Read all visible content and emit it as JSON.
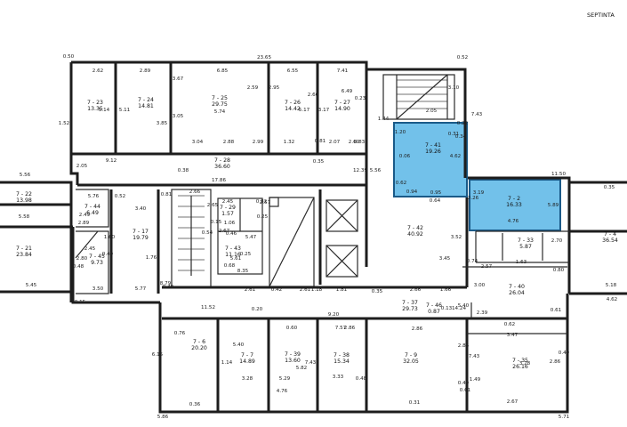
{
  "header": {
    "floor_title": "SEPTINTA"
  },
  "colors": {
    "highlight_fill": "#72c1ea",
    "highlight_stroke": "#1a5a88",
    "wall": "#1d1d1d"
  },
  "rooms": [
    {
      "id": "r7-23",
      "number": "7 - 23",
      "area": "13.35"
    },
    {
      "id": "r7-24",
      "number": "7 - 24",
      "area": "14.81"
    },
    {
      "id": "r7-25",
      "number": "7 - 25",
      "area": "29.75"
    },
    {
      "id": "r7-26",
      "number": "7 - 26",
      "area": "14.42"
    },
    {
      "id": "r7-27",
      "number": "7 - 27",
      "area": "14.90"
    },
    {
      "id": "r7-28",
      "number": "7 - 28",
      "area": "36.60"
    },
    {
      "id": "r7-41",
      "number": "7 - 41",
      "area": "19.26",
      "highlighted": true
    },
    {
      "id": "r7-2",
      "number": "7 - 2",
      "area": "16.33",
      "highlighted": true
    },
    {
      "id": "r7-22",
      "number": "7 - 22",
      "area": "13.98"
    },
    {
      "id": "r7-21",
      "number": "7 - 21",
      "area": "23.84"
    },
    {
      "id": "r7-44",
      "number": "7 - 44",
      "area": "6.49"
    },
    {
      "id": "r7-45",
      "number": "7 - 45",
      "area": "9.73"
    },
    {
      "id": "r7-17",
      "number": "7 - 17",
      "area": "19.79"
    },
    {
      "id": "r7-29",
      "number": "7 - 29",
      "area": "1.57"
    },
    {
      "id": "r7-43",
      "number": "7 - 43",
      "area": "11.16"
    },
    {
      "id": "r7-42",
      "number": "7 - 42",
      "area": "40.92"
    },
    {
      "id": "r7-33",
      "number": "7 - 33",
      "area": "5.87"
    },
    {
      "id": "r7-4",
      "number": "7 - 4",
      "area": "36.54"
    },
    {
      "id": "r7-40",
      "number": "7 - 40",
      "area": "26.04"
    },
    {
      "id": "r7-37",
      "number": "7 - 37",
      "area": "29.73"
    },
    {
      "id": "r7-46",
      "number": "7 - 46",
      "area": "0.87"
    },
    {
      "id": "r7-6",
      "number": "7 - 6",
      "area": "20.20"
    },
    {
      "id": "r7-7",
      "number": "7 - 7",
      "area": "14.89"
    },
    {
      "id": "r7-39",
      "number": "7 - 39",
      "area": "13.60"
    },
    {
      "id": "r7-38",
      "number": "7 - 38",
      "area": "15.34"
    },
    {
      "id": "r7-9",
      "number": "7 - 9",
      "area": "32.05"
    },
    {
      "id": "r7-35",
      "number": "7 - 35",
      "area": "26.16"
    }
  ],
  "dimensions": [
    "0.50",
    "23.65",
    "0.52",
    "2.62",
    "2.89",
    "6.85",
    "6.55",
    "7.41",
    "1.52",
    "3.67",
    "3.05",
    "5.14",
    "5.11",
    "3.85",
    "5.74",
    "3.04",
    "2.88",
    "2.99",
    "2.59",
    "2.95",
    "1.32",
    "5.17",
    "2.60",
    "3.17",
    "6.49",
    "0.23",
    "0.81",
    "2.07",
    "2.60",
    "8.83",
    "1.44",
    "3.10",
    "2.05",
    "1.20",
    "0.06",
    "4.62",
    "0.31",
    "0.22",
    "0.34",
    "7.43",
    "5.56",
    "2.05",
    "9.12",
    "0.38",
    "0.35",
    "12.39",
    "5.56",
    "11.50",
    "17.86",
    "2.66",
    "0.81",
    "0.82",
    "0.25",
    "2.65",
    "0.54",
    "2.45",
    "1.06",
    "2.57",
    "0.62",
    "0.94",
    "0.95",
    "3.19",
    "0.64",
    "3.26",
    "0.35",
    "5.58",
    "5.76",
    "2.49",
    "3.40",
    "5.47",
    "4.76",
    "5.89",
    "2.89",
    "0.52",
    "3.52",
    "0.15",
    "2.67",
    "0.46",
    "1.60",
    "0.40",
    "0.48",
    "2.80",
    "2.45",
    "1.76",
    "0.25",
    "8.35",
    "5.61",
    "0.68",
    "3.45",
    "2.70",
    "2.57",
    "1.63",
    "5.18",
    "4.62",
    "5.45",
    "3.50",
    "5.77",
    "8.79",
    "2.61",
    "0.42",
    "2.61",
    "1.18",
    "1.81",
    "0.35",
    "2.66",
    "1.66",
    "3.00",
    "0.74",
    "0.80",
    "0.15",
    "0.49",
    "11.52",
    "0.20",
    "9.20",
    "0.13",
    "14.24",
    "0.62",
    "0.61",
    "5.40",
    "2.39",
    "0.76",
    "1.14",
    "0.60",
    "7.57",
    "5.82",
    "2.86",
    "2.86",
    "2.86",
    "3.47",
    "6.15",
    "0.49",
    "5.40",
    "7.43",
    "7.43",
    "3.33",
    "5.29",
    "3.28",
    "2.86",
    "3.28",
    "4.76",
    "0.48",
    "1.49",
    "0.40",
    "0.61",
    "0.36",
    "0.31",
    "2.67",
    "5.86",
    "5.71",
    "0.55",
    "0.50"
  ]
}
